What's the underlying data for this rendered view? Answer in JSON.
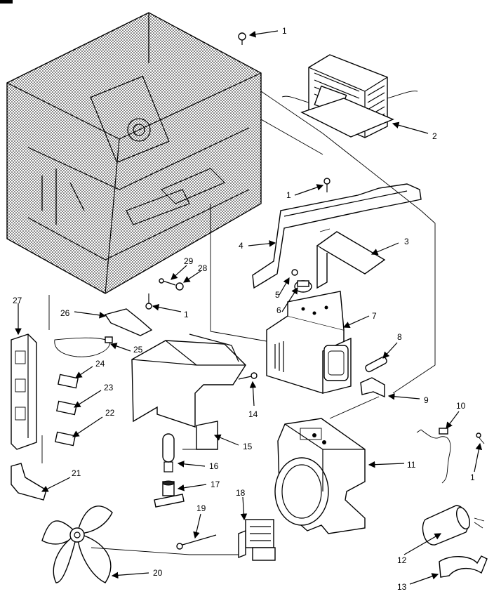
{
  "callouts": [
    {
      "id": "c1a",
      "text": "1"
    },
    {
      "id": "c2",
      "text": "2"
    },
    {
      "id": "c1b",
      "text": "1"
    },
    {
      "id": "c3",
      "text": "3"
    },
    {
      "id": "c4",
      "text": "4"
    },
    {
      "id": "c5",
      "text": "5"
    },
    {
      "id": "c6",
      "text": "6"
    },
    {
      "id": "c7",
      "text": "7"
    },
    {
      "id": "c8",
      "text": "8"
    },
    {
      "id": "c9",
      "text": "9"
    },
    {
      "id": "c10",
      "text": "10"
    },
    {
      "id": "c1c",
      "text": "1"
    },
    {
      "id": "c11",
      "text": "11"
    },
    {
      "id": "c12",
      "text": "12"
    },
    {
      "id": "c13",
      "text": "13"
    },
    {
      "id": "c14",
      "text": "14"
    },
    {
      "id": "c15",
      "text": "15"
    },
    {
      "id": "c16",
      "text": "16"
    },
    {
      "id": "c17",
      "text": "17"
    },
    {
      "id": "c18",
      "text": "18"
    },
    {
      "id": "c19",
      "text": "19"
    },
    {
      "id": "c20",
      "text": "20"
    },
    {
      "id": "c21",
      "text": "21"
    },
    {
      "id": "c22",
      "text": "22"
    },
    {
      "id": "c23",
      "text": "23"
    },
    {
      "id": "c24",
      "text": "24"
    },
    {
      "id": "c25",
      "text": "25"
    },
    {
      "id": "c26",
      "text": "26"
    },
    {
      "id": "c27",
      "text": "27"
    },
    {
      "id": "c1d",
      "text": "1"
    },
    {
      "id": "c28",
      "text": "28"
    },
    {
      "id": "c29",
      "text": "29"
    }
  ]
}
